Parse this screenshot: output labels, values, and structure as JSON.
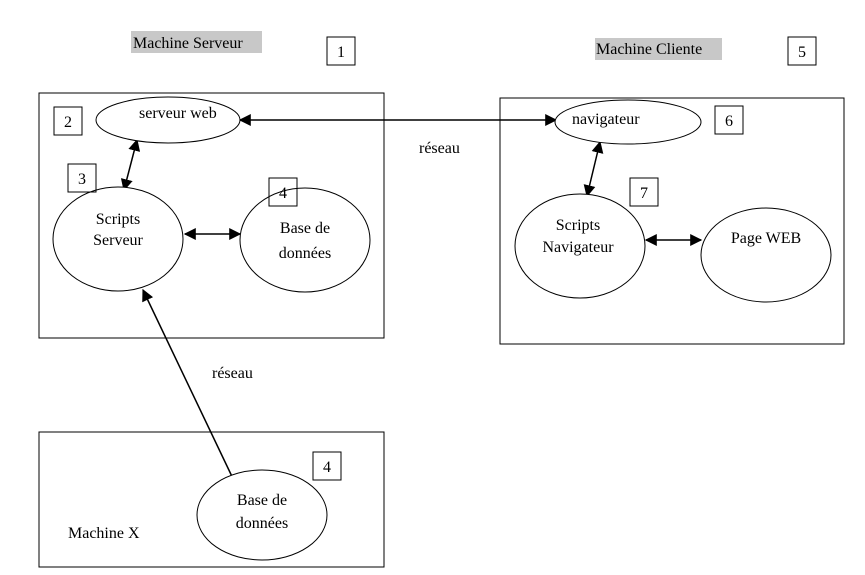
{
  "headers": {
    "server": "Machine Serveur",
    "client": "Machine Cliente",
    "machine_x": "Machine X"
  },
  "badges": {
    "b1": "1",
    "b2": "2",
    "b3": "3",
    "b4a": "4",
    "b4b": "4",
    "b5": "5",
    "b6": "6",
    "b7": "7"
  },
  "nodes": {
    "web_server": "serveur web",
    "server_scripts_l1": "Scripts",
    "server_scripts_l2": "Serveur",
    "db_server_l1": "Base de",
    "db_server_l2": "données",
    "browser": "navigateur",
    "browser_scripts_l1": "Scripts",
    "browser_scripts_l2": "Navigateur",
    "web_page": "Page WEB",
    "db_x_l1": "Base de",
    "db_x_l2": "données"
  },
  "edges": {
    "network_top": "réseau",
    "network_bottom": "réseau"
  }
}
